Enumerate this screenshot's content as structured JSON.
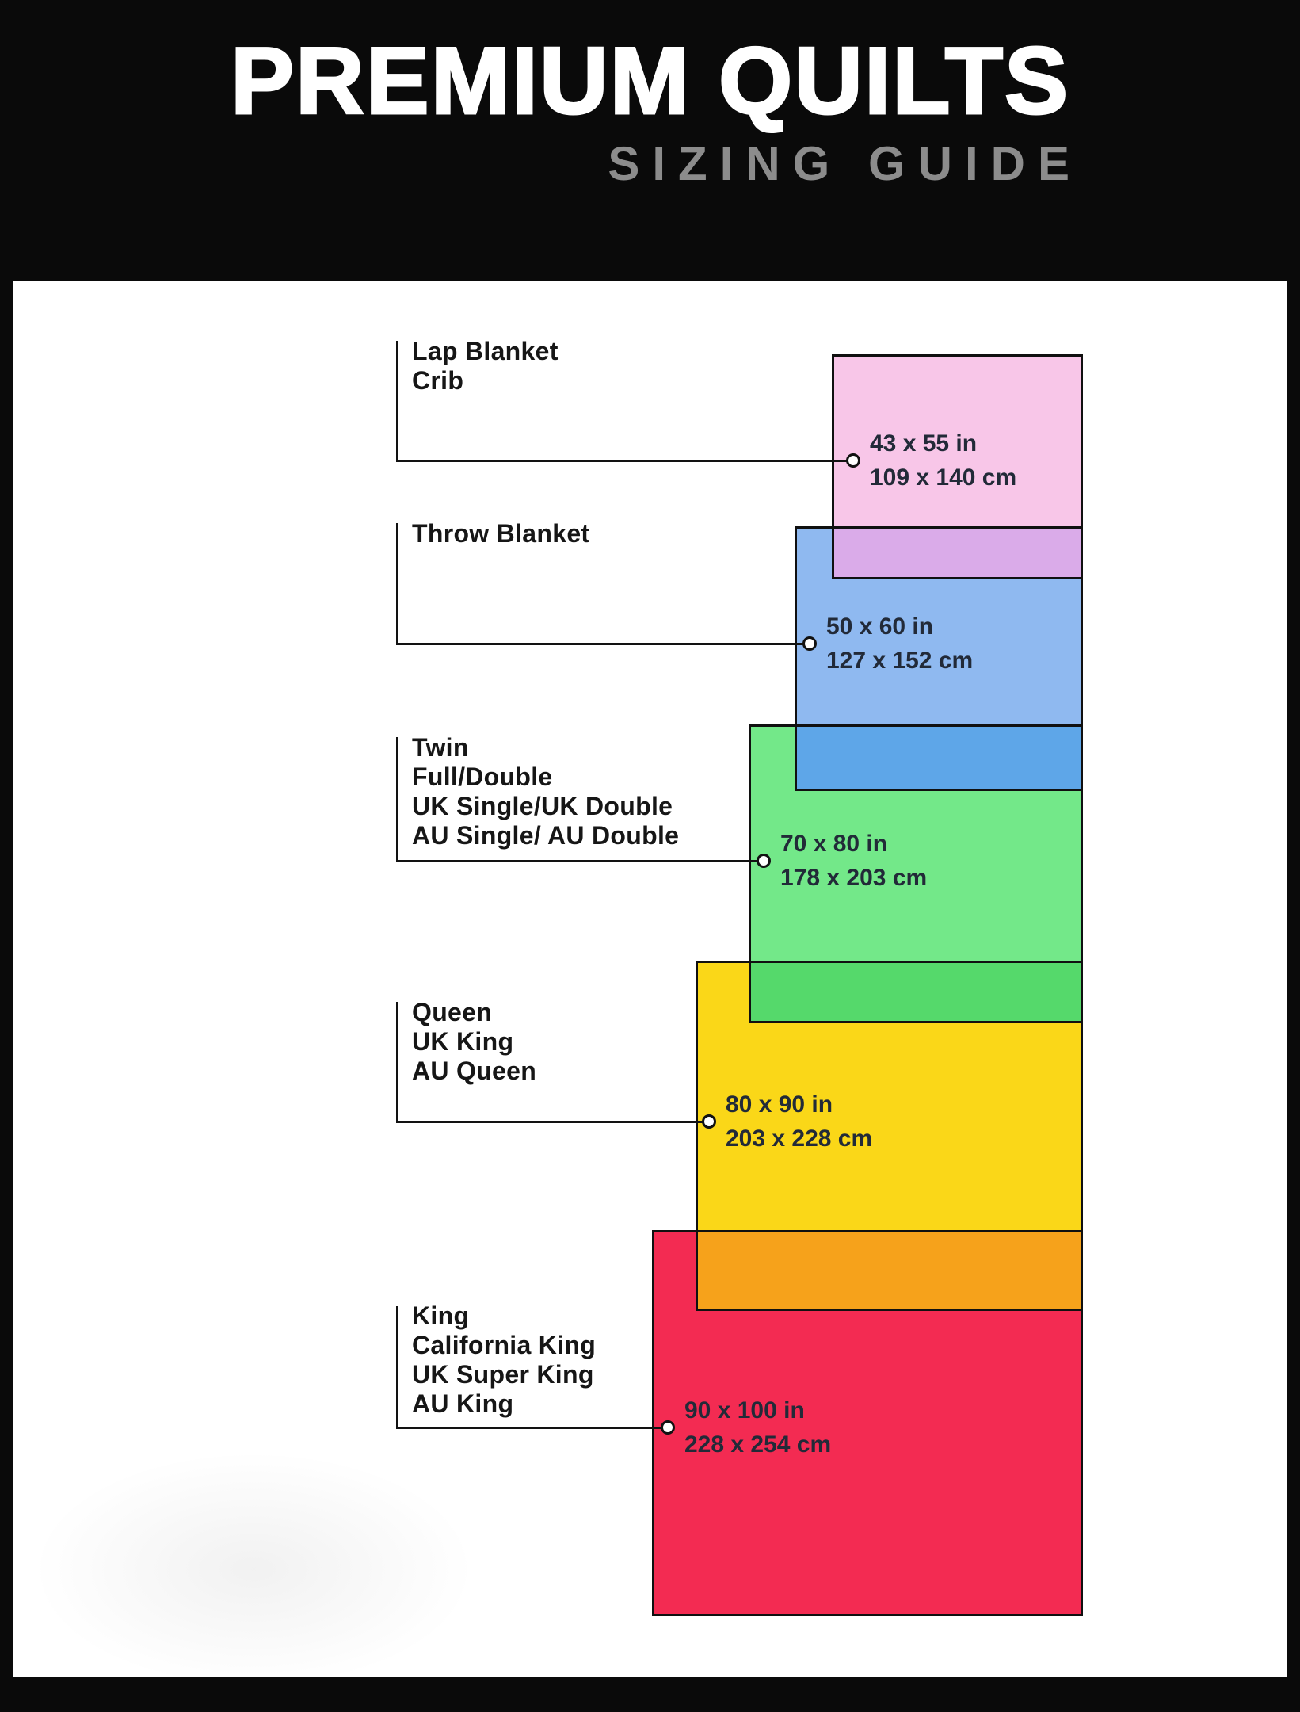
{
  "header": {
    "title": "PREMIUM QUILTS",
    "subtitle": "SIZING GUIDE"
  },
  "colors": {
    "background": "#0a0a0a",
    "panel": "#ffffff",
    "title_text": "#ffffff",
    "subtitle_text": "#8c8c8c",
    "line": "#121212"
  },
  "groups": [
    {
      "names": [
        "Lap Blanket",
        "Crib"
      ],
      "size_in": "43 x 55 in",
      "size_cm": "109 x 140 cm",
      "color": "#f8c6e8"
    },
    {
      "names": [
        "Throw Blanket"
      ],
      "size_in": "50 x 60 in",
      "size_cm": "127 x 152 cm",
      "color": "#8fb9f0"
    },
    {
      "names": [
        "Twin",
        "Full/Double",
        "UK Single/UK Double",
        "AU Single/ AU Double"
      ],
      "size_in": "70 x 80 in",
      "size_cm": "178 x 203 cm",
      "color": "#73e889"
    },
    {
      "names": [
        "Queen",
        "UK King",
        "AU Queen"
      ],
      "size_in": "80 x 90 in",
      "size_cm": "203 x 228 cm",
      "color": "#fad718"
    },
    {
      "names": [
        "King",
        "California King",
        "UK Super King",
        "AU King"
      ],
      "size_in": "90 x 100 in",
      "size_cm": "228 x 254 cm",
      "color": "#f32b52"
    }
  ],
  "overlaps": [
    {
      "between": "lap-blanket-and-throw",
      "color": "#daabe9"
    },
    {
      "between": "throw-and-twin",
      "color": "#5ea6e8"
    },
    {
      "between": "twin-and-queen",
      "color": "#55d96b"
    },
    {
      "between": "queen-and-king",
      "color": "#f6a21b"
    }
  ]
}
